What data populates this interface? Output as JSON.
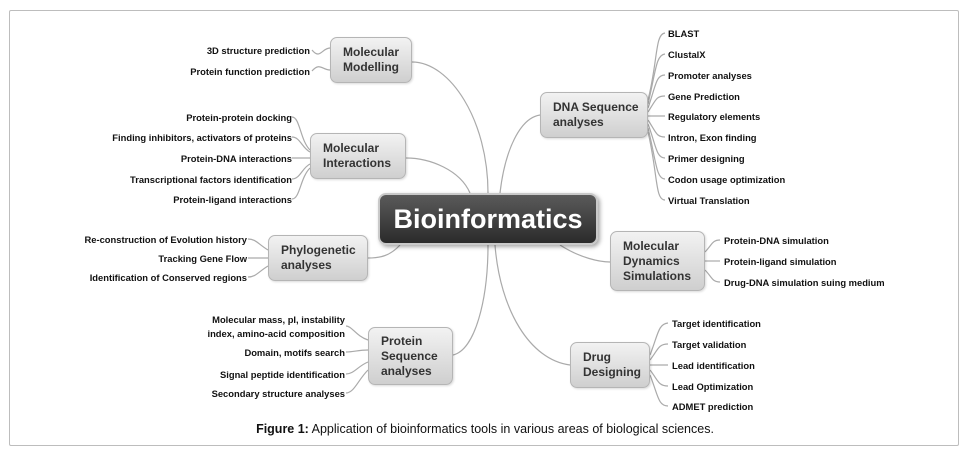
{
  "center_label": "Bioinformatics",
  "branches": {
    "molecular_modelling": {
      "label": "Molecular\nModelling",
      "items": [
        "3D structure prediction",
        "Protein function prediction"
      ]
    },
    "molecular_interactions": {
      "label": "Molecular\nInteractions",
      "items": [
        "Protein-protein docking",
        "Finding inhibitors, activators of proteins",
        "Protein-DNA interactions",
        "Transcriptional factors identification",
        "Protein-ligand interactions"
      ]
    },
    "phylogenetic_analyses": {
      "label": "Phylogenetic\nanalyses",
      "items": [
        "Re-construction of Evolution history",
        "Tracking Gene Flow",
        "Identification of Conserved regions"
      ]
    },
    "protein_sequence_analyses": {
      "label": "Protein\nSequence\nanalyses",
      "items": [
        "Molecular mass, pI, instability",
        "index, amino-acid composition",
        "Domain, motifs search",
        "Signal peptide identification",
        "Secondary structure analyses"
      ]
    },
    "dna_sequence_analyses": {
      "label": "DNA Sequence\nanalyses",
      "items": [
        "BLAST",
        "ClustalX",
        "Promoter analyses",
        "Gene Prediction",
        "Regulatory elements",
        "Intron, Exon finding",
        "Primer designing",
        "Codon usage optimization",
        "Virtual Translation"
      ]
    },
    "molecular_dynamics_simulations": {
      "label": "Molecular\nDynamics\nSimulations",
      "items": [
        "Protein-DNA simulation",
        "Protein-ligand simulation",
        "Drug-DNA simulation suing medium"
      ]
    },
    "drug_designing": {
      "label": "Drug\nDesigning",
      "items": [
        "Target identification",
        "Target validation",
        "Lead identification",
        "Lead Optimization",
        "ADMET prediction"
      ]
    }
  },
  "caption": {
    "prefix": "Figure 1:",
    "text": " Application of bioinformatics tools in various areas of biological sciences."
  },
  "colors": {
    "center_fill": "#3a3a3a",
    "node_fill": "#e0e0e0",
    "connector": "#aaaaaa"
  }
}
